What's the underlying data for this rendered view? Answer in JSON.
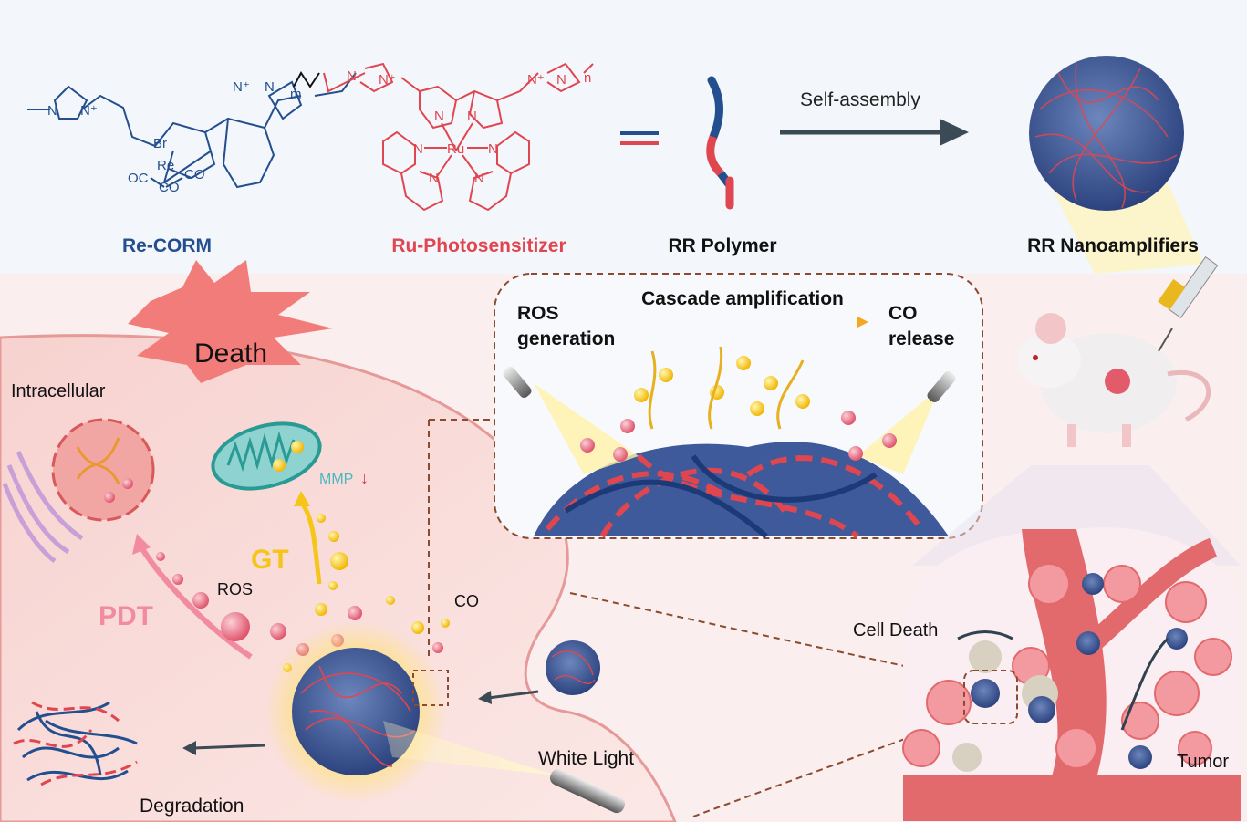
{
  "top": {
    "re_corm_label": "Re-CORM",
    "ru_label": "Ru-Photosensitizer",
    "polymer_label": "RR Polymer",
    "self_assembly_label": "Self-assembly",
    "nano_label": "RR Nanoamplifiers",
    "chem": {
      "n": "N",
      "n_plus": "N⁺",
      "br": "Br",
      "re": "Re",
      "co": "CO",
      "oc": "OC",
      "ru": "Ru",
      "m": "m",
      "sub_n": "n"
    }
  },
  "inset": {
    "ros_generation": "ROS\ngeneration",
    "ros_line1": "ROS",
    "ros_line2": "generation",
    "cascade": "Cascade amplification",
    "co_line1": "CO",
    "co_line2": "release"
  },
  "cell": {
    "death": "Death",
    "intracellular": "Intracellular",
    "mmp": "MMP",
    "gt": "GT",
    "pdt": "PDT",
    "ros": "ROS",
    "co": "CO",
    "white_light": "White Light",
    "degradation": "Degradation"
  },
  "tumor": {
    "cell_death": "Cell Death",
    "tumor": "Tumor"
  },
  "colors": {
    "blue": "#234f8f",
    "red": "#e0464f",
    "pink_cell": "#f6d2cf",
    "gold": "#f5c518",
    "background": "#eef5fb"
  }
}
